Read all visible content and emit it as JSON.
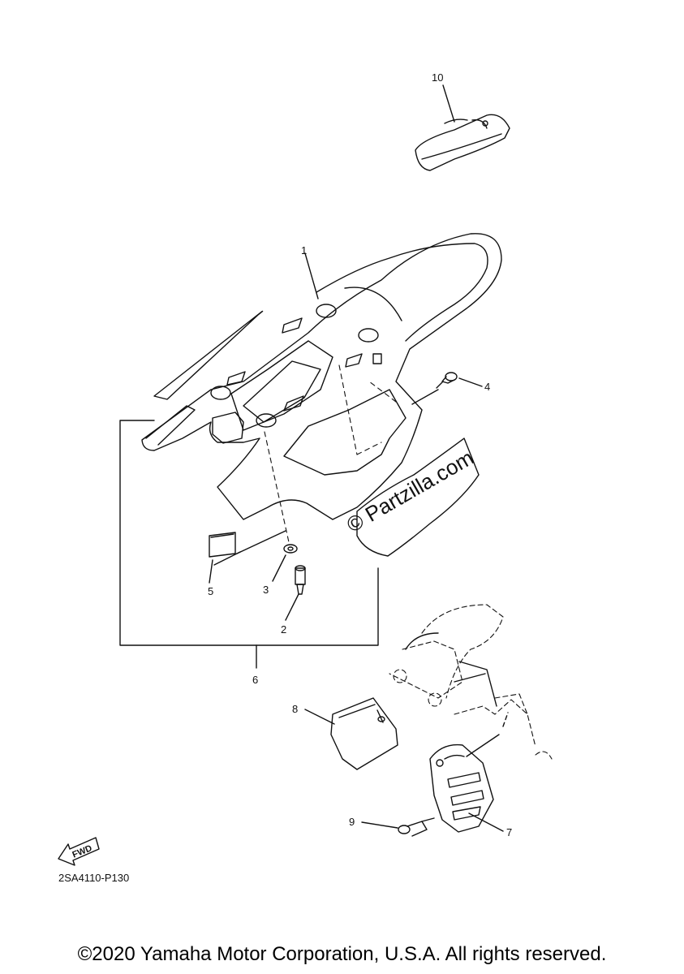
{
  "diagram": {
    "part_numbers": [
      "1",
      "2",
      "3",
      "4",
      "5",
      "6",
      "7",
      "8",
      "9",
      "10"
    ],
    "drawing_code": "2SA4110-P130",
    "fwd_label": "FWD",
    "watermark": "© Partzilla.com",
    "copyright": "©2020 Yamaha Motor Corporation, U.S.A. All rights reserved."
  },
  "colors": {
    "line": "#111111",
    "background": "#ffffff"
  }
}
